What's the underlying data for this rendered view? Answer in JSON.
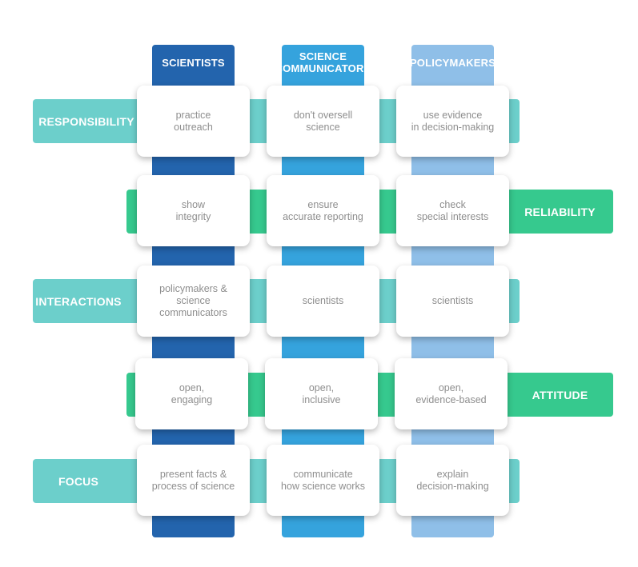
{
  "columns": [
    {
      "label": "SCIENTISTS",
      "color": "#2364ad"
    },
    {
      "label": "SCIENCE\nCOMMUNICATORS",
      "color": "#35a3dd"
    },
    {
      "label": "POLICYMAKERS",
      "color": "#8fbfe8"
    }
  ],
  "rows": [
    {
      "label": "RESPONSIBILITY",
      "color": "#6ccfcb",
      "cells": [
        "practice\noutreach",
        "don't oversell\nscience",
        "use evidence\nin decision-making"
      ]
    },
    {
      "label": "RELIABILITY",
      "color": "#36c98e",
      "cells": [
        "show\nintegrity",
        "ensure\naccurate reporting",
        "check\nspecial interests"
      ]
    },
    {
      "label": "INTERACTIONS",
      "color": "#6ccfcb",
      "cells": [
        "policymakers &\nscience\ncommunicators",
        "scientists",
        "scientists"
      ]
    },
    {
      "label": "ATTITUDE",
      "color": "#36c98e",
      "cells": [
        "open,\nengaging",
        "open,\ninclusive",
        "open,\nevidence-based"
      ]
    },
    {
      "label": "FOCUS",
      "color": "#6ccfcb",
      "cells": [
        "present facts &\nprocess of science",
        "communicate\nhow science works",
        "explain\ndecision-making"
      ]
    }
  ]
}
